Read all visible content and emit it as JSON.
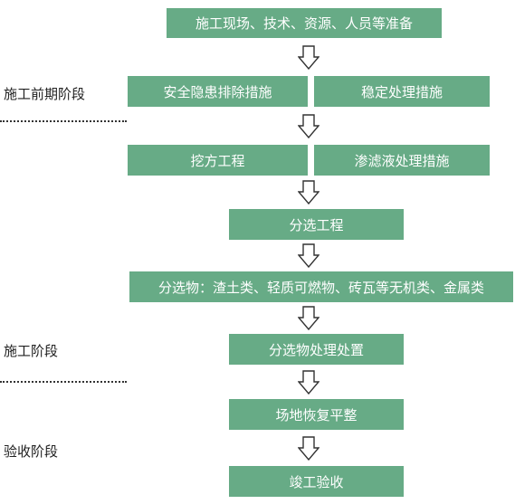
{
  "stages": {
    "early": "施工前期阶段",
    "construction": "施工阶段",
    "acceptance": "验收阶段"
  },
  "steps": {
    "prep": "施工现场、技术、资源、人员等准备",
    "safety": "安全隐患排除措施",
    "stability": "稳定处理措施",
    "excavation": "挖方工程",
    "leachate": "渗滤液处理措施",
    "sorting": "分选工程",
    "sorted_items": "分选物：渣土类、轻质可燃物、砖瓦等无机类、金属类",
    "disposal": "分选物处理处置",
    "leveling": "场地恢复平整",
    "completion": "竣工验收"
  },
  "colors": {
    "box_fill": "#67ab86",
    "box_text": "#ffffff",
    "arrow_stroke": "#333333"
  }
}
